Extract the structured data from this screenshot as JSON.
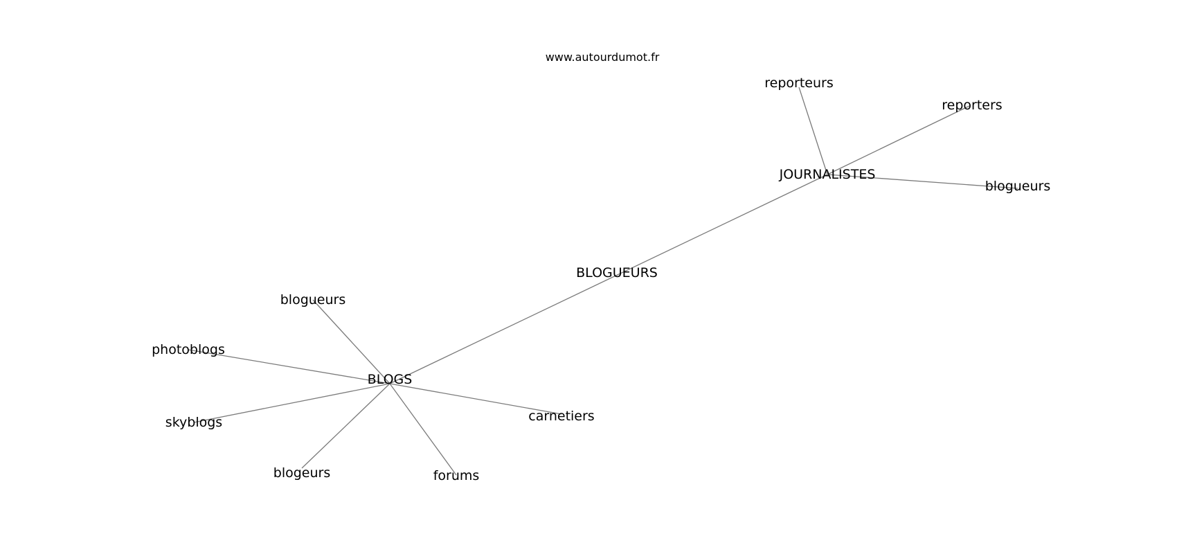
{
  "source_label": "www.autourdumot.fr",
  "nodes": [
    {
      "id": "blogueurs_center",
      "label": "BLOGUEURS"
    },
    {
      "id": "journalistes",
      "label": "JOURNALISTES"
    },
    {
      "id": "blogs",
      "label": "BLOGS"
    },
    {
      "id": "reporteurs",
      "label": "reporteurs"
    },
    {
      "id": "reporters",
      "label": "reporters"
    },
    {
      "id": "blogueurs_right",
      "label": "blogueurs"
    },
    {
      "id": "blogueurs_left",
      "label": "blogueurs"
    },
    {
      "id": "photoblogs",
      "label": "photoblogs"
    },
    {
      "id": "skyblogs",
      "label": "skyblogs"
    },
    {
      "id": "blogeurs",
      "label": "blogeurs"
    },
    {
      "id": "forums",
      "label": "forums"
    },
    {
      "id": "carnetiers",
      "label": "carnetiers"
    }
  ],
  "edges": [
    [
      "blogs",
      "journalistes"
    ],
    [
      "journalistes",
      "reporteurs"
    ],
    [
      "journalistes",
      "reporters"
    ],
    [
      "journalistes",
      "blogueurs_right"
    ],
    [
      "blogs",
      "blogueurs_left"
    ],
    [
      "blogs",
      "photoblogs"
    ],
    [
      "blogs",
      "skyblogs"
    ],
    [
      "blogs",
      "blogeurs"
    ],
    [
      "blogs",
      "forums"
    ],
    [
      "blogs",
      "carnetiers"
    ]
  ]
}
